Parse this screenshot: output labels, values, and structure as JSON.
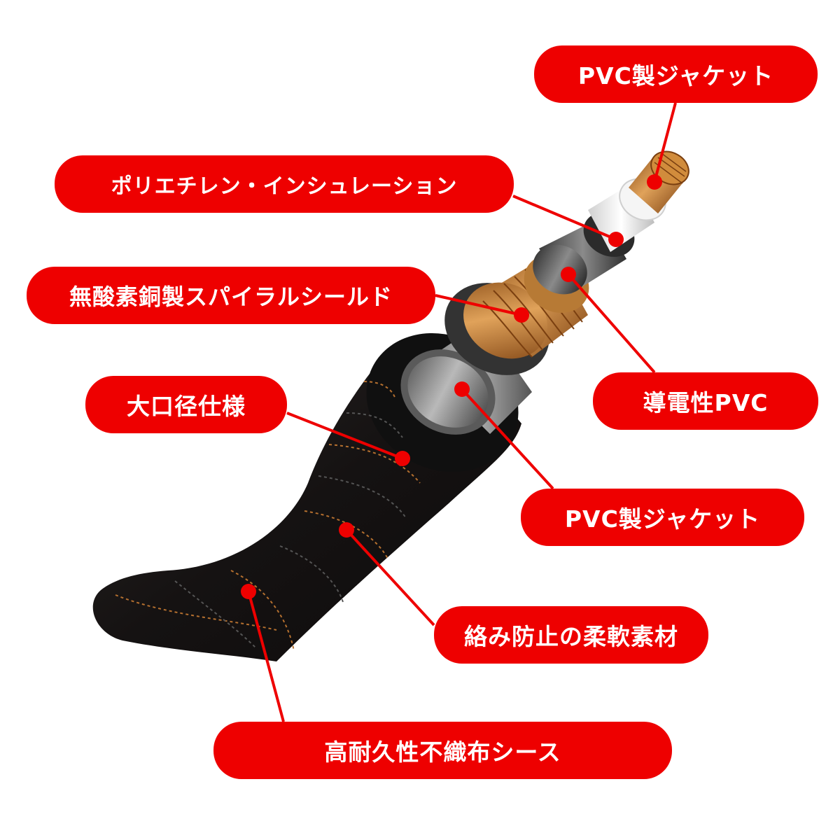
{
  "labels": {
    "pvc_jacket_inner": "PVC製ジャケット",
    "polyethylene_insulation": "ポリエチレン・インシュレーション",
    "ofc_spiral_shield": "無酸素銅製スパイラルシールド",
    "conductive_pvc": "導電性PVC",
    "large_diameter": "大口径仕様",
    "pvc_jacket_outer": "PVC製ジャケット",
    "anti_kink_material": "絡み防止の柔軟素材",
    "durable_nonwoven_sheath": "高耐久性不織布シース"
  },
  "colors": {
    "label_bg": "#ee0000",
    "label_text": "#ffffff",
    "leader_line": "#ee0000",
    "copper": "#c98a3c",
    "insulation": "#f2f2f2",
    "conductive_layer": "#555555",
    "jacket": "#8a8a8a",
    "sheath": "#1a1717",
    "stitch": "#b5702f"
  }
}
